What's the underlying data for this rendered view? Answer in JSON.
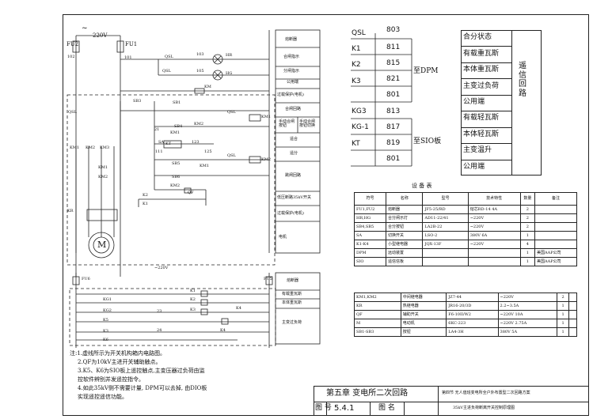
{
  "schematic": {
    "source_label": "~",
    "voltage_220": "220V",
    "fu2": "FU2",
    "fu1": "FU1",
    "wire_102": "102",
    "wire_101": "101",
    "wire_103": "103",
    "wire_105": "105",
    "wire_107": "107",
    "wire_111": "111",
    "wire_123": "123",
    "wire_125": "125",
    "wire_21": "21",
    "wire_23": "23",
    "wire_24": "24",
    "qsl": "QSL",
    "hr": "HR",
    "hg": "HG",
    "km": "KM",
    "sb3": "SB3",
    "sb1": "SB1",
    "sb4": "SB4",
    "km1": "KM1",
    "km2": "KM2",
    "km3": "KM3",
    "sa": "SA",
    "sb5": "SB5",
    "sb6": "SB6",
    "sb2": "SB2",
    "k2": "K2",
    "k1": "K1",
    "k3": "K3",
    "k4": "K4",
    "k5": "K5",
    "k6": "K6",
    "kg1": "KG1",
    "kg2": "KG2",
    "qf": "QF",
    "kr": "KR",
    "motor": "M",
    "fu6": "FU6",
    "fu5": "FU5",
    "tilde_220": "~220V",
    "time_relay": "KT",
    "dpm_box": "DPM"
  },
  "function_labels": [
    "熔断器",
    "合闸指示",
    "分闸指示",
    "公用端",
    "过载保护(电机)",
    "合闸回路",
    "手动合闸 按钮",
    "手动合闸 按钮切换",
    "遥合",
    "遥分",
    "跳闸回路",
    "低压断路35kV开关",
    "过载保护(电机)",
    "电机"
  ],
  "lower_function_labels": [
    "熔断器",
    "有载重瓦斯",
    "本体重瓦斯",
    "主变过负荷"
  ],
  "terminals_left": {
    "header_qsl": "QSL",
    "header_803": "803",
    "rows": [
      {
        "label": "K1",
        "num": "811"
      },
      {
        "label": "K2",
        "num": "815"
      },
      {
        "label": "K3",
        "num": "821"
      },
      {
        "label": "",
        "num": "801"
      },
      {
        "label": "KG3",
        "num": "813"
      },
      {
        "label": "KG-1",
        "num": "817"
      },
      {
        "label": "KT",
        "num": "819"
      },
      {
        "label": "",
        "num": "801"
      }
    ],
    "to_dpm": "至DPM",
    "to_sio": "至SIO板"
  },
  "signal_table": {
    "items": [
      "合分状态",
      "有载重瓦斯",
      "本体重瓦斯",
      "主变过负荷",
      "公用端",
      "有载轻瓦斯",
      "本体轻瓦斯",
      "主变温升",
      "公用端"
    ],
    "side_label": "遥信回路"
  },
  "equipment_table": {
    "title": "设 备 表",
    "headers": [
      "符号",
      "名称",
      "型号",
      "技术特性",
      "数量",
      "备注"
    ],
    "rows": [
      [
        "FU1,FU2",
        "熔断器",
        "JF5-25/RD",
        "熔芯RD-14 4A",
        "2",
        ""
      ],
      [
        "HR,HG",
        "合分闸示灯",
        "AD11-22/41",
        "~220V",
        "2",
        ""
      ],
      [
        "SB4,SB5",
        "合分按钮",
        "LA2B-22",
        "~220V",
        "2",
        ""
      ],
      [
        "SA",
        "切换开关",
        "LSO-2",
        "380V 6A",
        "1",
        ""
      ],
      [
        "K1-K4",
        "小型继电器",
        "JQX-13F",
        "~220V",
        "4",
        ""
      ],
      [
        "DPM",
        "远动装置",
        "",
        "",
        "1",
        "美国AAP公司"
      ],
      [
        "SIO",
        "遥信信板",
        "",
        "",
        "1",
        "美国AAP公司"
      ]
    ],
    "rows2": [
      [
        "KM1,KM2",
        "中间继电器",
        "JZ7-44",
        "~220V",
        "2",
        ""
      ],
      [
        "KR",
        "热继电器",
        "JR16-20/3D",
        "2.2~3.5A",
        "1",
        ""
      ],
      [
        "QF",
        "辅助开关",
        "F6-10II/W2",
        "~220V 10A",
        "1",
        ""
      ],
      [
        "M",
        "电动机",
        "6KC-223",
        "~220V 2.75A",
        "1",
        ""
      ],
      [
        "SB1-SB3",
        "按钮",
        "LA4-3H",
        "380V 5A",
        "1",
        ""
      ]
    ]
  },
  "notes": [
    "注:1.虚线所示为开关机构箱内电路图。",
    "2.QF为10kV主进开关辅助触点。",
    "3.K5、K6为SIO板上遥控触点,主变压器过负荷由监",
    "控软件辨别并发遥控指令。",
    "4.如此35kV侧不需要计量, DPM可以去掉, 由DIO板",
    "实现遥控遥信功能。"
  ],
  "title_block": {
    "chapter": "第五章  变电所二次回路",
    "section": "第四节  无人值班变电所全户外布置型二次回路方案",
    "fig_label": "图  号",
    "fig_number": "5.4.1",
    "name_label": "图  名",
    "drawing_name": "35kV主进负荷断离开关控制原理图"
  }
}
